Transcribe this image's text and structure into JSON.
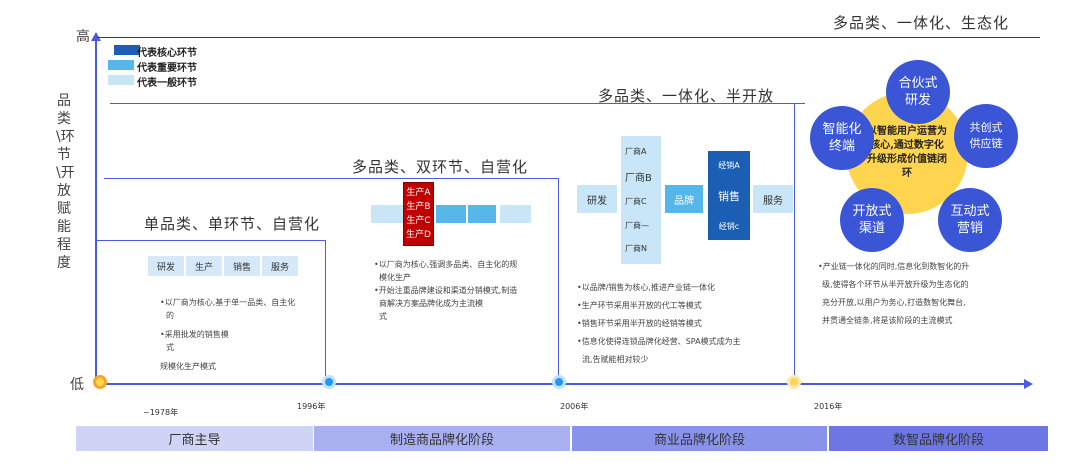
{
  "axis": {
    "y_high": "高",
    "y_low": "低",
    "y_title": "品类\\环节\\开放赋能程度"
  },
  "legend": [
    {
      "label": "代表核心环节",
      "color": "#1a5fb4"
    },
    {
      "label": "代表重要环节",
      "color": "#55b6ea"
    },
    {
      "label": "代表一般环节",
      "color": "#c8e6f8"
    }
  ],
  "stages": [
    {
      "title": "单品类、单环节、自营化"
    },
    {
      "title": "多品类、双环节、自营化"
    },
    {
      "title": "多品类、一体化、半开放"
    },
    {
      "title": "多品类、一体化、生态化"
    }
  ],
  "stage1": {
    "chain": [
      "研发",
      "生产",
      "销售",
      "服务"
    ],
    "notes": [
      "•以厂商为核心,基于单一品类、自主化",
      "的",
      "•采用批发的销售模",
      "式",
      "规模化生产模式"
    ]
  },
  "stage2": {
    "produce": [
      "生产A",
      "生产B",
      "生产C",
      "生产D"
    ],
    "notes": [
      "•以厂商为核心,强调多品类、自主化的规",
      "模化生产",
      "•开始注重品牌建设和渠道分销模式,制造",
      "商解决方案品牌化成为主流模",
      "式"
    ]
  },
  "stage3": {
    "rd": "研发",
    "factories": [
      "厂商A",
      "厂商B",
      "厂商C",
      "厂商—",
      "厂商N"
    ],
    "brand": "品牌",
    "sales": [
      "经销A",
      "销售",
      "经销c"
    ],
    "service": "服务",
    "notes": [
      "•以品牌/销售为核心,推进产业链一体化",
      "•生产环节采用半开放的代工等模式",
      "•销售环节采用半开放的经销等模式",
      "•信息化使得连锁品牌化经营、SPA模式成为主",
      "流,告赋能相对较少"
    ]
  },
  "stage4": {
    "center": "以智能用户运营为核心,通过数字化升级形成价值链闭环",
    "petals": [
      "合伙式研发",
      "共创式供应链",
      "互动式营销",
      "开放式渠道",
      "智能化终端"
    ],
    "notes": [
      "•产业链一体化的同时,信息化到数智化的升",
      "级,使得各个环节从半开放升级为生态化的",
      "充分开放,以用户为务心,打造数智化舞台,",
      "并贯通全链条,将是该阶段的主流模式"
    ]
  },
  "years": [
    "~1978年",
    "1996年",
    "2006年",
    "2016年"
  ],
  "phases": [
    {
      "label": "厂商主导",
      "color": "#cfd3f5"
    },
    {
      "label": "制造商品牌化阶段",
      "color": "#a9b0ef"
    },
    {
      "label": "商业品牌化阶段",
      "color": "#8a93ea"
    },
    {
      "label": "数智品牌化阶段",
      "color": "#6c77e3"
    }
  ],
  "colors": {
    "axis": "#4a5be0",
    "core": "#1a5fb4",
    "important": "#55b6ea",
    "general": "#c8e6f8",
    "red": "#c00000",
    "yellow": "#ffd54f"
  }
}
